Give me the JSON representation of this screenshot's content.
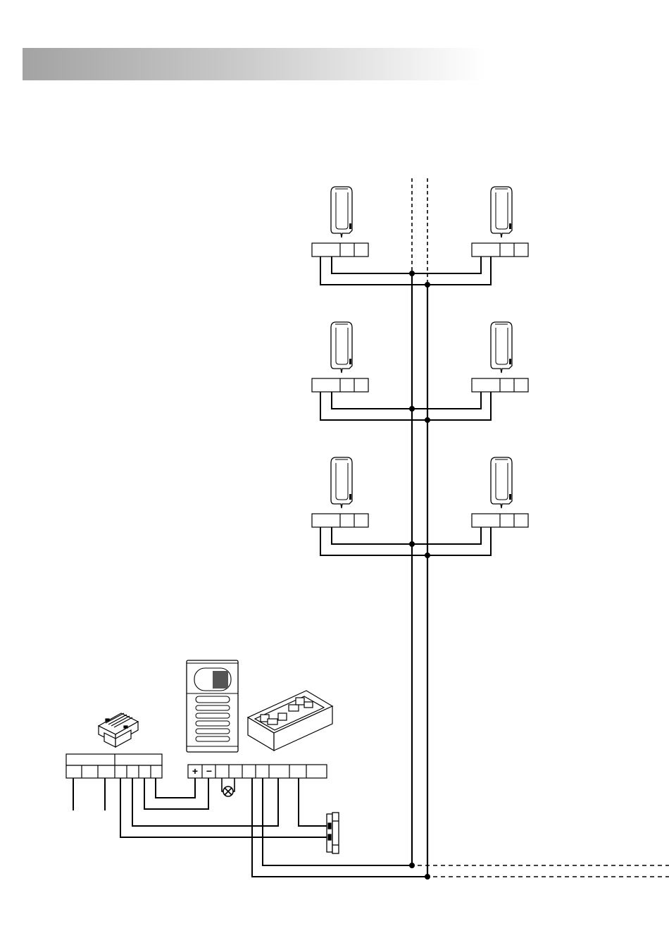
{
  "header": {
    "title": ""
  },
  "diagram": {
    "panel_terminals": {
      "plus": "+",
      "minus": "−"
    },
    "handsets": [
      {
        "id": "handset-floor-1-left"
      },
      {
        "id": "handset-floor-1-right"
      },
      {
        "id": "handset-floor-2-left"
      },
      {
        "id": "handset-floor-2-right"
      },
      {
        "id": "handset-floor-3-left"
      },
      {
        "id": "handset-floor-3-right"
      }
    ],
    "devices": [
      "power-supply",
      "door-panel",
      "electronic-module",
      "door-lock",
      "lamp"
    ]
  }
}
